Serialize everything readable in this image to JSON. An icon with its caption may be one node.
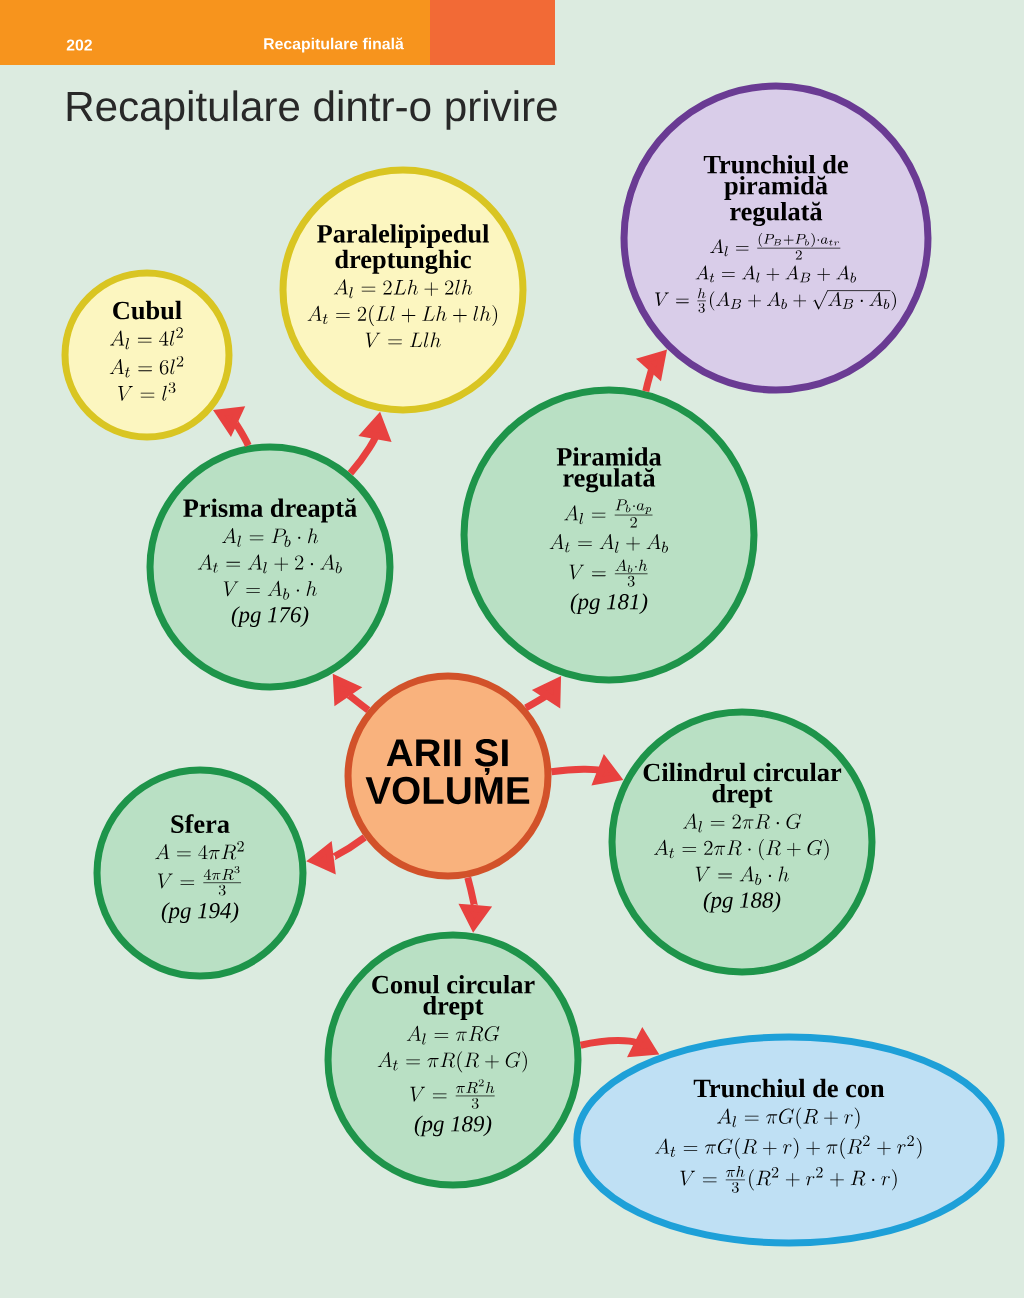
{
  "diagram": {
    "title": "Recapitulare dintr-o privire",
    "nodes": [
      {
        "text": [
          "ARII ȘI VOLUME"
        ]
      },
      {
        "text": [
          "Cubul",
          "A_l = 4l^2",
          "A_t = 6l^2",
          "V = l^3"
        ]
      },
      {
        "text": [
          "Paralelipipedul dreptunghic",
          "A_l = 2Lh + 2lh",
          "A_t = 2(Ll + Lh + lh)",
          "V = Llh"
        ]
      },
      {
        "text": [
          "Trunchiul de piramidă regulată",
          "A_l = \\frac{(P_B + P_b)\\cdot a_{tr}}{2}",
          "A_t = A_l + A_B + A_b",
          "V = \\frac{h}{3}(A_B + A_b + \\sqrt{A_B\\cdot A_b})"
        ]
      },
      {
        "text": [
          "Prisma dreaptă",
          "A_l = P_b\\cdot h",
          "A_t = A_l + 2\\cdot A_b",
          "V = A_b\\cdot h",
          "(pg 176)"
        ]
      },
      {
        "text": [
          "Piramida regulată",
          "A_l = \\frac{P_b\\cdot a_p}{2}",
          "A_t = A_l + A_b",
          "V = \\frac{A_b\\cdot h}{3}",
          "(pg 181)"
        ]
      },
      {
        "text": [
          "Sfera",
          "A = 4\\pi R^2",
          "V = \\frac{4\\pi R^3}{3}",
          "(pg 194)"
        ]
      },
      {
        "text": [
          "Cilindrul circular drept",
          "A_l = 2\\pi R\\cdot G",
          "A_t = 2\\pi R\\cdot (R + G)",
          "V = A_b\\cdot h",
          "(pg 188)"
        ]
      },
      {
        "text": [
          "Conul circular drept",
          "A_l = \\pi RG",
          "A_t = \\pi R(R + G)",
          "V = \\frac{\\pi R^2 h}{3}",
          "(pg 189)"
        ]
      },
      {
        "text": [
          "Trunchiul de con",
          "A_l = \\pi G(R + r)",
          "A_t = \\pi G(R + r) + \\pi(R^2 + r^2)",
          "V = \\frac{\\pi h}{3}(R^2 + r^2 + R\\cdot r)"
        ]
      }
    ],
    "edges": [
      {
        "from": 0,
        "to": 4,
        "arrow": "to"
      },
      {
        "from": 0,
        "to": 5,
        "arrow": "to"
      },
      {
        "from": 0,
        "to": 6,
        "arrow": "to"
      },
      {
        "from": 0,
        "to": 7,
        "arrow": "to"
      },
      {
        "from": 0,
        "to": 8,
        "arrow": "to"
      },
      {
        "from": 4,
        "to": 1,
        "arrow": "to"
      },
      {
        "from": 4,
        "to": 2,
        "arrow": "to"
      },
      {
        "from": 5,
        "to": 3,
        "arrow": "to"
      },
      {
        "from": 8,
        "to": 9,
        "arrow": "to"
      }
    ],
    "labels": [
      "202",
      "Recapitulare finală"
    ]
  }
}
